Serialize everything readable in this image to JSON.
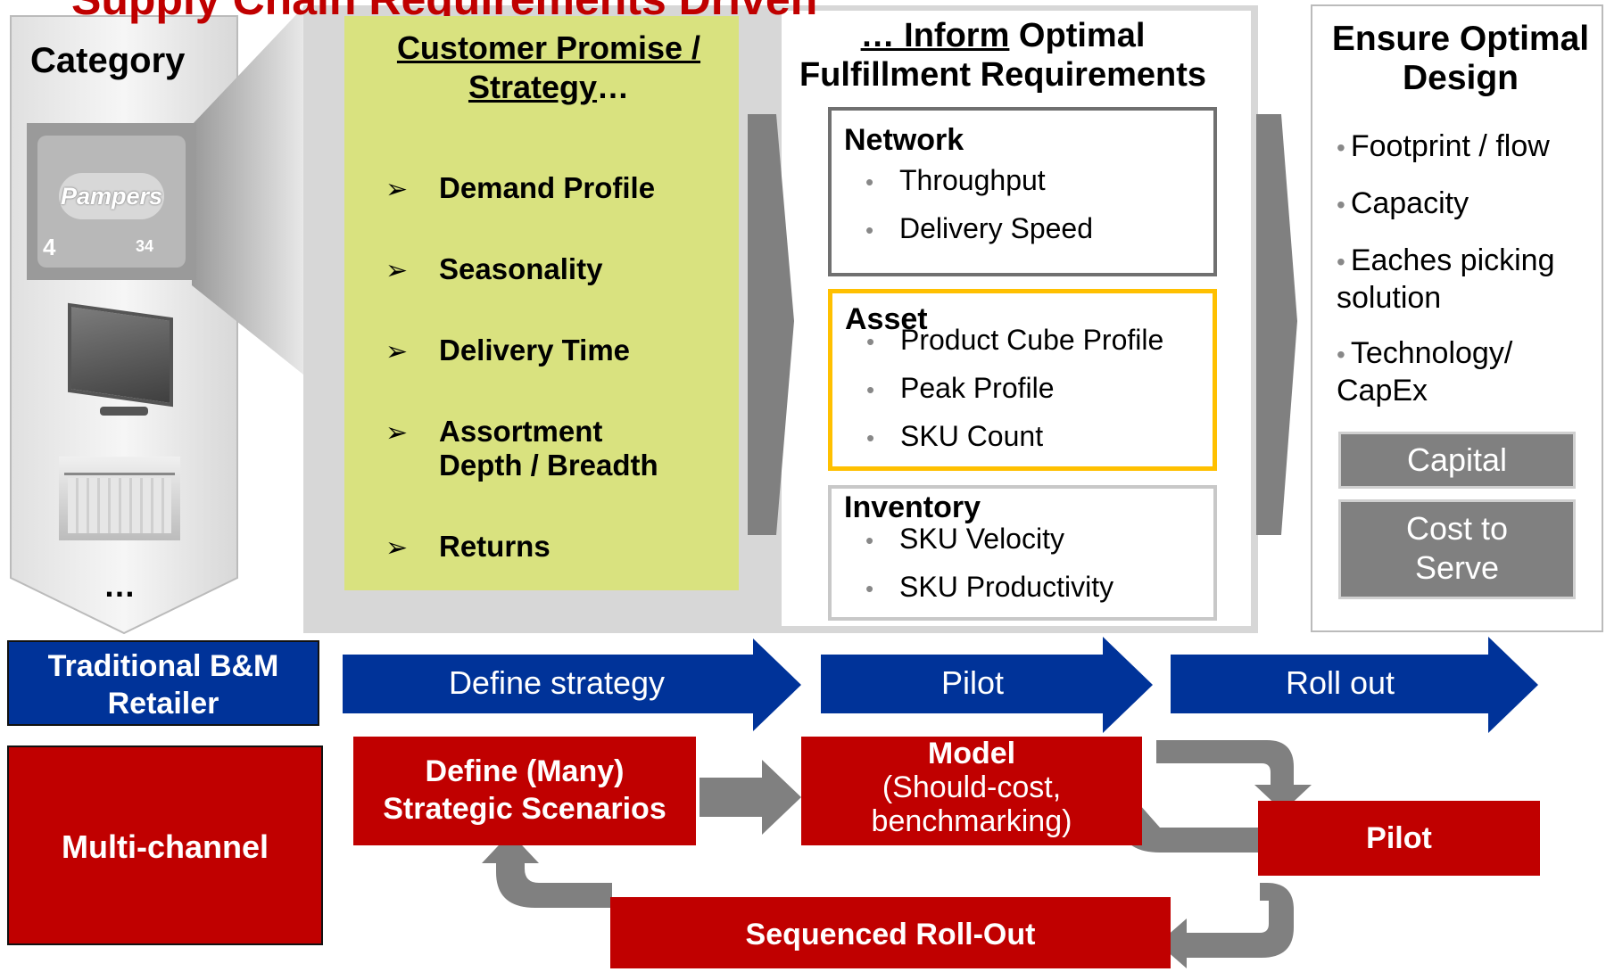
{
  "header_title": "Supply Chain Requirements Driven",
  "category": {
    "title": "Category",
    "items": [
      "diaper-pack-image",
      "tv-image",
      "clothes-rack-image"
    ],
    "more": "…"
  },
  "customer_promise": {
    "heading_line1": "Customer Promise /",
    "heading_line2": "Strategy",
    "heading_suffix": "…",
    "bullet_glyph": "➢",
    "items": [
      "Demand Profile",
      "Seasonality",
      "Delivery Time",
      "Assortment Depth / Breadth",
      "Returns"
    ]
  },
  "fulfillment": {
    "heading_prefix": "… Inform",
    "heading_rest": " Optimal",
    "heading_line2": "Fulfillment Requirements",
    "network": {
      "title": "Network",
      "items": [
        "Throughput",
        "Delivery Speed"
      ]
    },
    "asset": {
      "title": "Asset",
      "items": [
        "Product Cube Profile",
        "Peak Profile",
        "SKU Count"
      ]
    },
    "inventory": {
      "title": "Inventory",
      "items": [
        "SKU Velocity",
        "SKU Productivity"
      ]
    }
  },
  "design": {
    "heading": "Ensure Optimal Design",
    "items": [
      "Footprint / flow",
      "Capacity",
      "Eaches picking solution",
      "Technology/ CapEx"
    ],
    "capital": "Capital",
    "cost_to_serve": "Cost to Serve"
  },
  "traditional": {
    "label": "Traditional B&M Retailer",
    "steps": [
      "Define strategy",
      "Pilot",
      "Roll out"
    ]
  },
  "multichannel": {
    "label": "Multi-channel",
    "define": "Define (Many) Strategic Scenarios",
    "model_title": "Model",
    "model_sub": "(Should-cost, benchmarking)",
    "pilot": "Pilot",
    "rollout": "Sequenced Roll-Out"
  },
  "colors": {
    "blue": "#003399",
    "red": "#c00000",
    "green": "#d9e27f",
    "gold": "#ffc000",
    "grey": "#808080"
  }
}
